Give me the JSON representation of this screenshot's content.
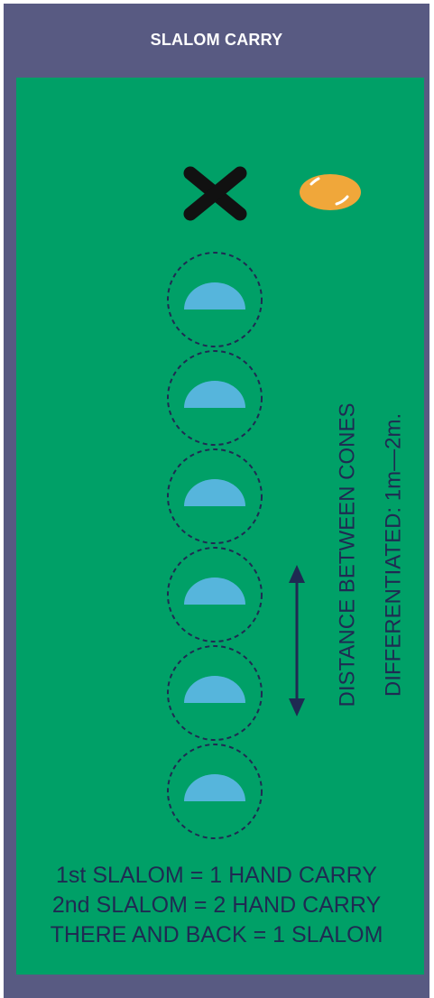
{
  "title": "SLALOM CARRY",
  "side_note": {
    "line1": "DISTANCE BETWEEN CONES",
    "line2": "DIFFERENTIATED: 1m—2m."
  },
  "rules": [
    "1st SLALOM = 1 HAND CARRY",
    "2nd SLALOM = 2 HAND CARRY",
    "THERE AND BACK = 1 SLALOM"
  ],
  "cone_count": 6,
  "colors": {
    "header": "#585a82",
    "field": "#00a067",
    "cone": "#56b5dc",
    "ball": "#f0a73a",
    "text": "#1f2a52"
  },
  "icons": {
    "start_marker": "x-icon",
    "ball": "rugby-ball-icon"
  }
}
